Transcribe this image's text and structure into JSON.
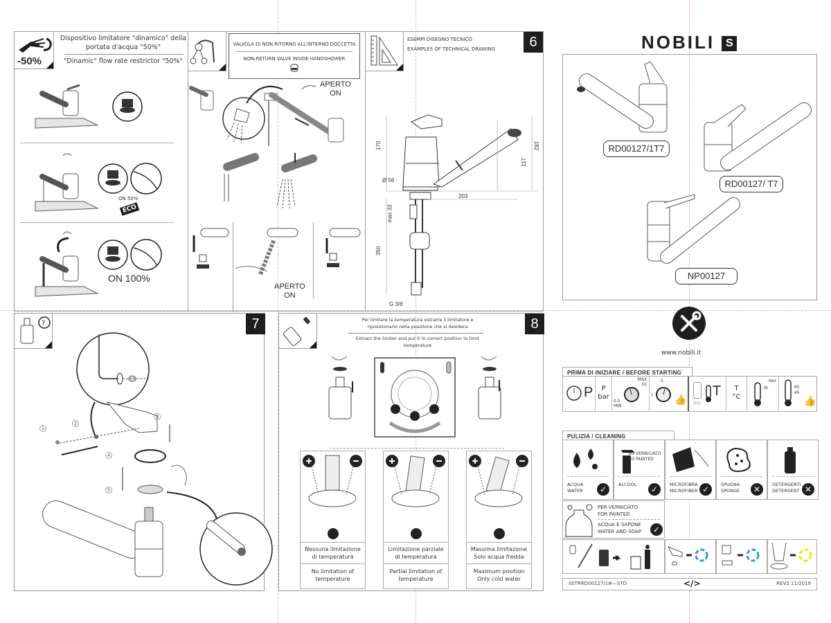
{
  "panel1": {
    "badge": "-50%",
    "title_it": "Dispositivo limitatore \"dinamico\" della portata d'acqua \"50%\"",
    "title_en": "\"Dinamic\" flow rate restrictor \"50%\"",
    "on50": "ON  50%",
    "eco": "ECO",
    "on100": "ON 100%"
  },
  "panel2": {
    "title_it": "VALVOLA DI NON RITORNO ALL'INTERNO DOCCETTA",
    "title_en": "NON-RETURN VALVE INSIDE HANDSHOWER",
    "aperto_top": "APERTO",
    "on_top": "ON",
    "aperto_bottom": "APERTO",
    "on_bottom": "ON"
  },
  "panel6": {
    "step": "6",
    "title_it": "ESEMPI DISEGNO TECNICO",
    "title_en": "EXAMPLES OF TECHNICAL DRAWING",
    "dims": {
      "d170": "170",
      "d182": "182",
      "d117": "117",
      "d56": "Ø 56",
      "d203": "203",
      "dmax33": "max 33",
      "d350": "350",
      "dg38": "G 3/8"
    }
  },
  "brand": {
    "logo": "NOBILI",
    "logo_mark": "S",
    "models": [
      "RD00127/1T7",
      "RD00127/ T7",
      "NP00127"
    ],
    "website": "www.nobili.it"
  },
  "panel7": {
    "step": "7",
    "callouts": [
      "1",
      "2",
      "3",
      "4",
      "5"
    ],
    "help": "?"
  },
  "panel8": {
    "step": "8",
    "title_it": "Per limitare la temperatura estrarre il limitatore e riposizionarlo nella posizione che si desidera",
    "title_en": "Extract the limiter and put it in correct position to limit temperature",
    "options": [
      {
        "it": "Nessuna limitazione di temperatura",
        "en": "No limitation of temperature"
      },
      {
        "it": "Limitazione parziale di temperatura",
        "en": "Partial limitation of temperature"
      },
      {
        "it": "Massima limitazione Solo acqua fredda",
        "en": "Maximum position Only cold water"
      }
    ]
  },
  "before_starting": {
    "header": "PRIMA DI INIZIARE  / BEFORE STARTING",
    "p": "P",
    "p_unit_top": "P",
    "p_unit_bottom": "bar",
    "gauge_max": "MAX",
    "gauge_max_val": "10",
    "gauge_min_val": "0,5",
    "gauge_min": "MIN",
    "gauge2_top": "5",
    "gauge2_left": "1",
    "boiler_label": "BOIL",
    "t": "T",
    "t_unit_top": "T",
    "t_unit_bottom": "°C",
    "therm_max": "MAX",
    "therm_val": "80",
    "therm_hi": "65",
    "therm_lo": "45"
  },
  "cleaning": {
    "header": "PULIZIA  / CLEANING",
    "items": [
      {
        "label": "ACQUA\nWATER",
        "status": "ok"
      },
      {
        "label": "ALCOOL",
        "note": "NO VERNICIATO\nNO PAINTED",
        "status": "ok"
      },
      {
        "label": "MICROFIBRA\nMICROFIBER",
        "status": "ok"
      },
      {
        "label": "SPUGNA\nSPONGE",
        "status": "no"
      },
      {
        "label": "DETERGENTI\nDETERGENT",
        "status": "no"
      }
    ],
    "painted_top": "PER VERNICIATO\nFOR PAINTED",
    "painted_bottom": "ACQUA E SAPONE\nWATER AND SOAP",
    "colors": {
      "ok": "#1f1f1f",
      "recycle_blue": "#2a9fd6",
      "recycle_yellow": "#f2e21a"
    }
  },
  "footer": {
    "code": "IISTRRD00127/1#—STD",
    "rev": "REV2.11/2019",
    "center_icon": "</>"
  }
}
